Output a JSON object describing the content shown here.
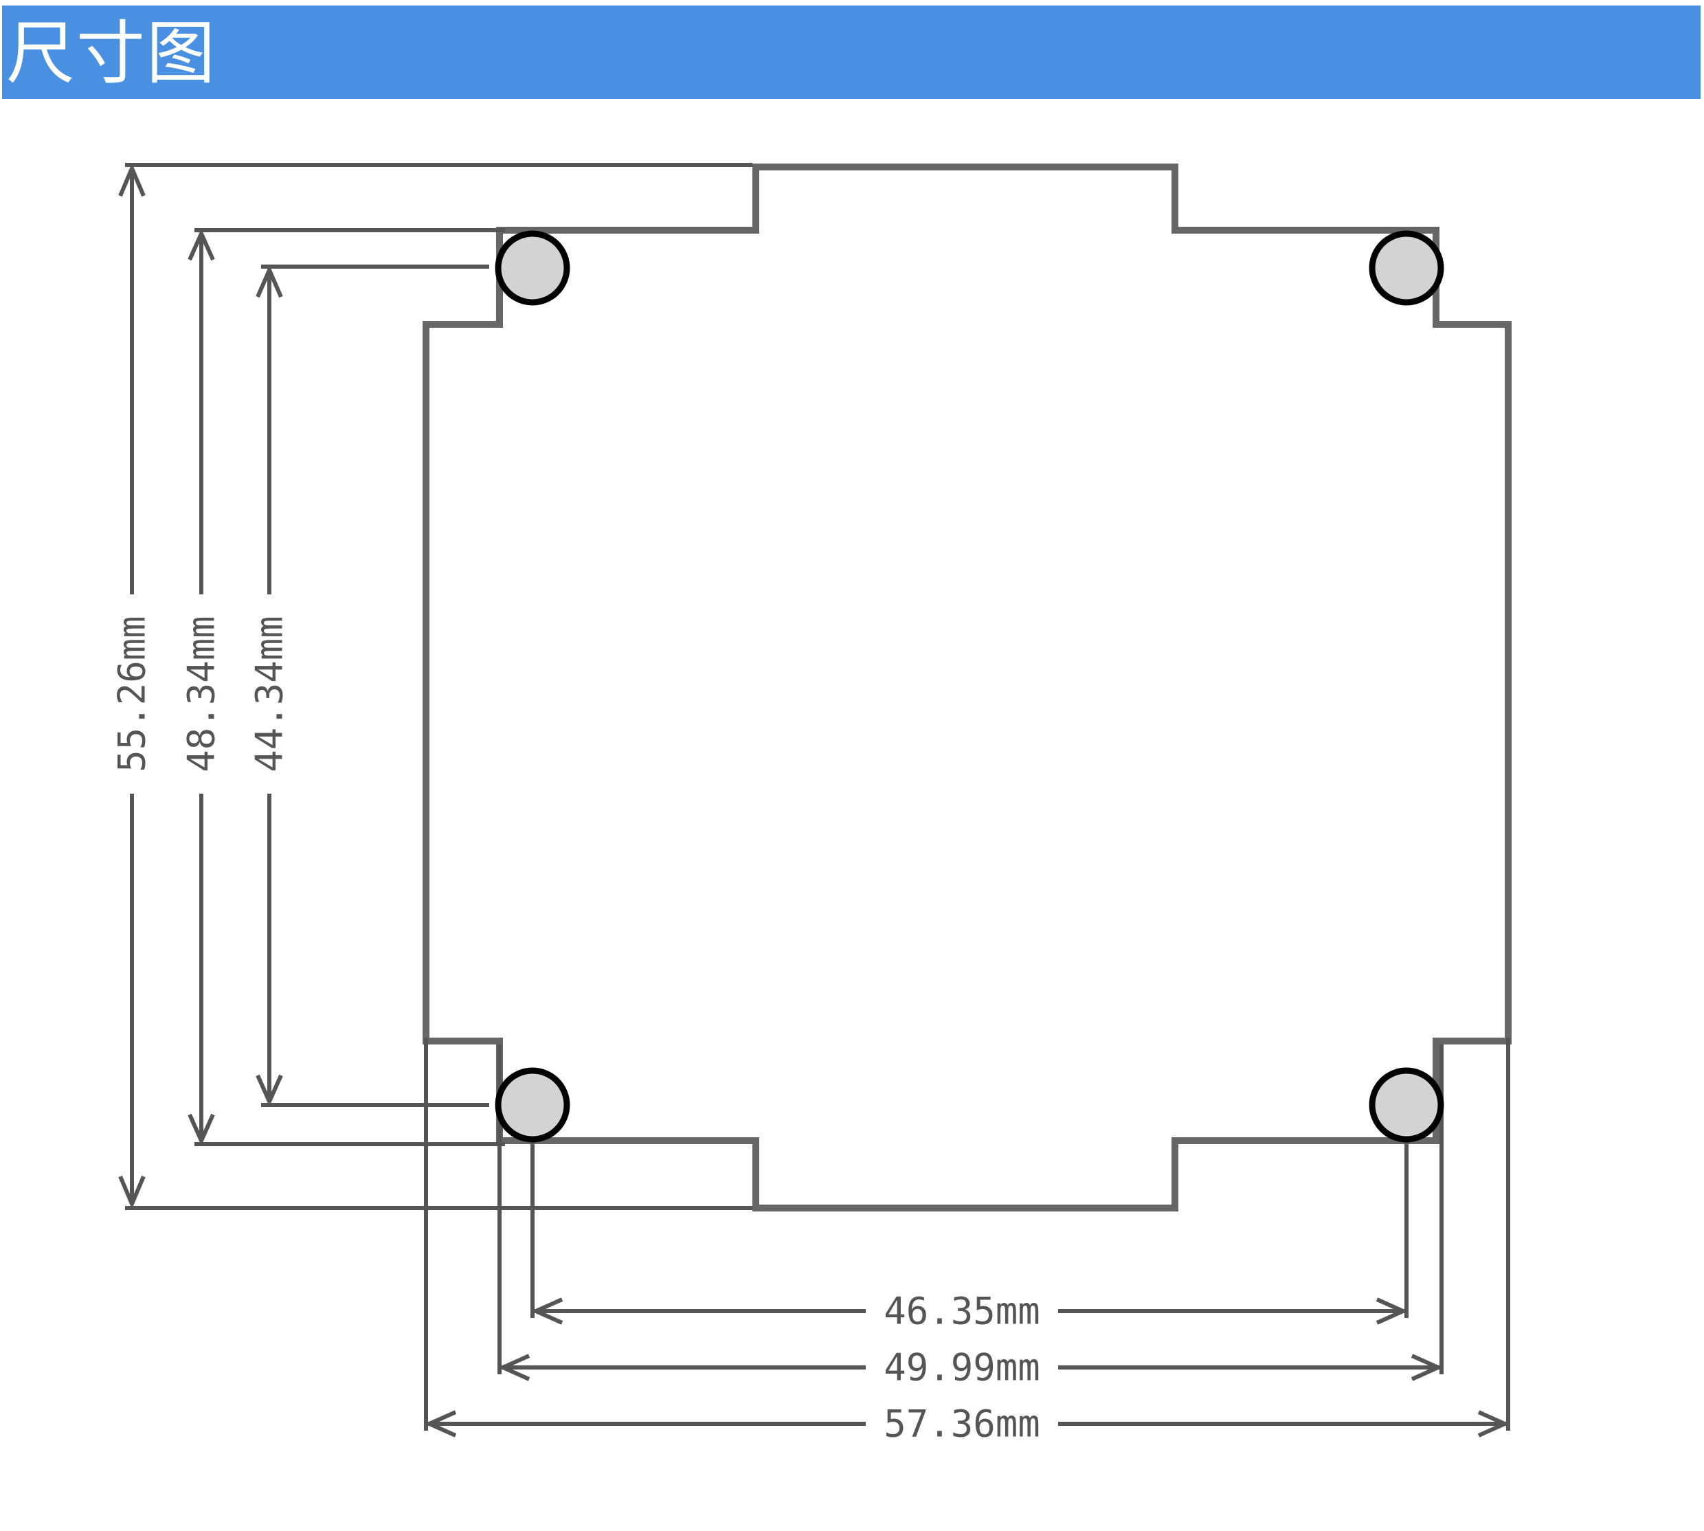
{
  "header": {
    "title": "尺寸图"
  },
  "colors": {
    "header_background": "#4a90e2",
    "header_text": "#ffffff",
    "outline": "#666666",
    "hole_fill": "#d3d3d3",
    "hole_stroke": "#000000",
    "label": "#555555"
  },
  "dimensions": {
    "vertical": [
      {
        "label": "55.26mm"
      },
      {
        "label": "48.34mm"
      },
      {
        "label": "44.34mm"
      }
    ],
    "horizontal": [
      {
        "label": "46.35mm"
      },
      {
        "label": "49.99mm"
      },
      {
        "label": "57.36mm"
      }
    ]
  },
  "mounting_holes": [
    "top-left",
    "top-right",
    "bottom-left",
    "bottom-right"
  ]
}
